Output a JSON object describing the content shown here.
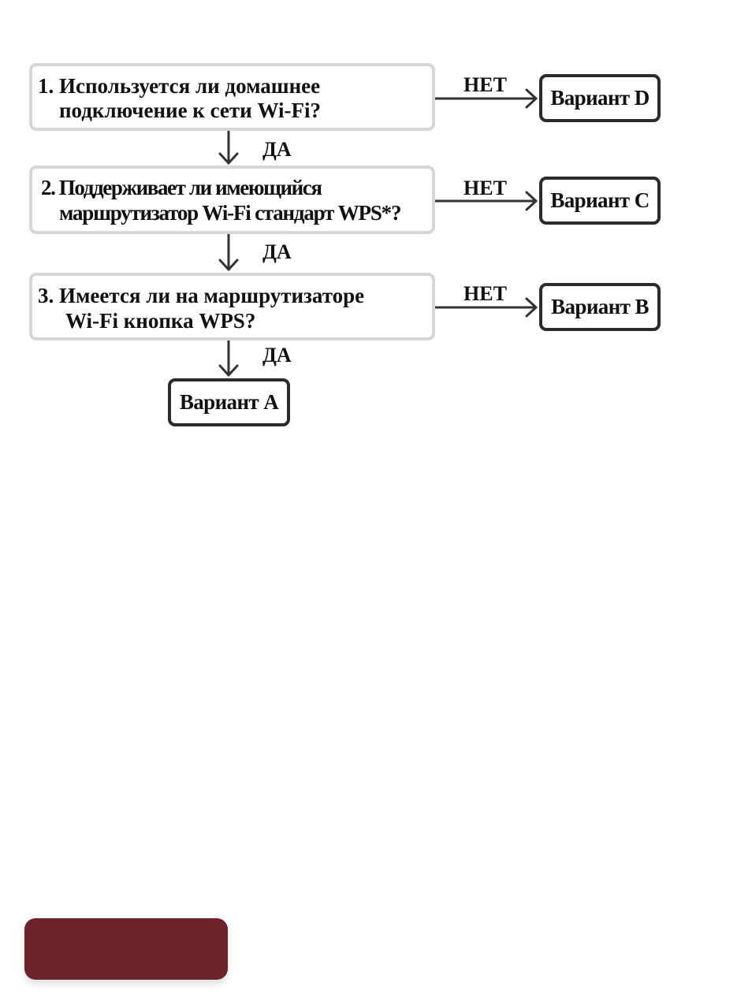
{
  "questions": [
    {
      "line1": "1. Используется ли домашнее",
      "line2": "подключение к сети Wi-Fi?"
    },
    {
      "line1": "2. Поддерживает ли имеющийся",
      "line2": "маршрутизатор Wi-Fi стандарт WPS*?"
    },
    {
      "line1": "3. Имеется ли на маршрутизаторе",
      "line2": "Wi-Fi кнопка WPS?"
    }
  ],
  "no_label": "НЕТ",
  "yes_label": "ДА",
  "variants": {
    "d": "Вариант D",
    "c": "Вариант C",
    "b": "Вариант B",
    "a": "Вариант A"
  },
  "colors": {
    "question_border": "#d6d6d6",
    "variant_border": "#2b2b2b",
    "arrow": "#333333",
    "footer_bar": "#6e222b"
  }
}
